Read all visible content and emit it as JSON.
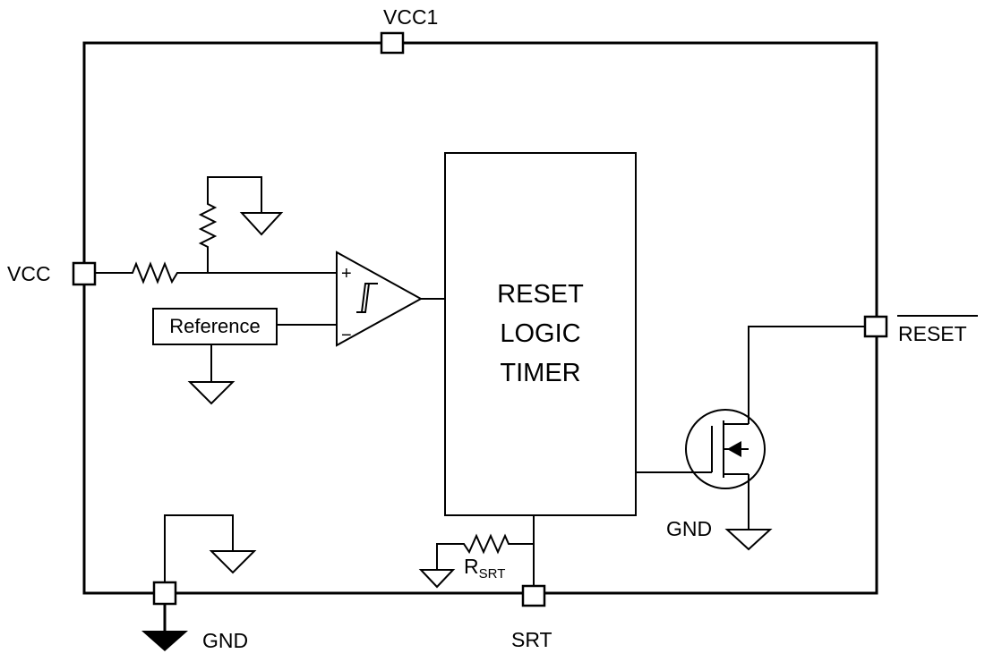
{
  "pins": {
    "vcc1": "VCC1",
    "vcc": "VCC",
    "reset": "RESET",
    "gnd": "GND",
    "srt": "SRT"
  },
  "blocks": {
    "reference": "Reference",
    "logic_line1": "RESET",
    "logic_line2": "LOGIC",
    "logic_line3": "TIMER"
  },
  "comparator": {
    "plus": "+",
    "minus": "−"
  },
  "labels": {
    "mosfet_gnd": "GND",
    "rsrt_main": "R",
    "rsrt_sub": "SRT"
  }
}
